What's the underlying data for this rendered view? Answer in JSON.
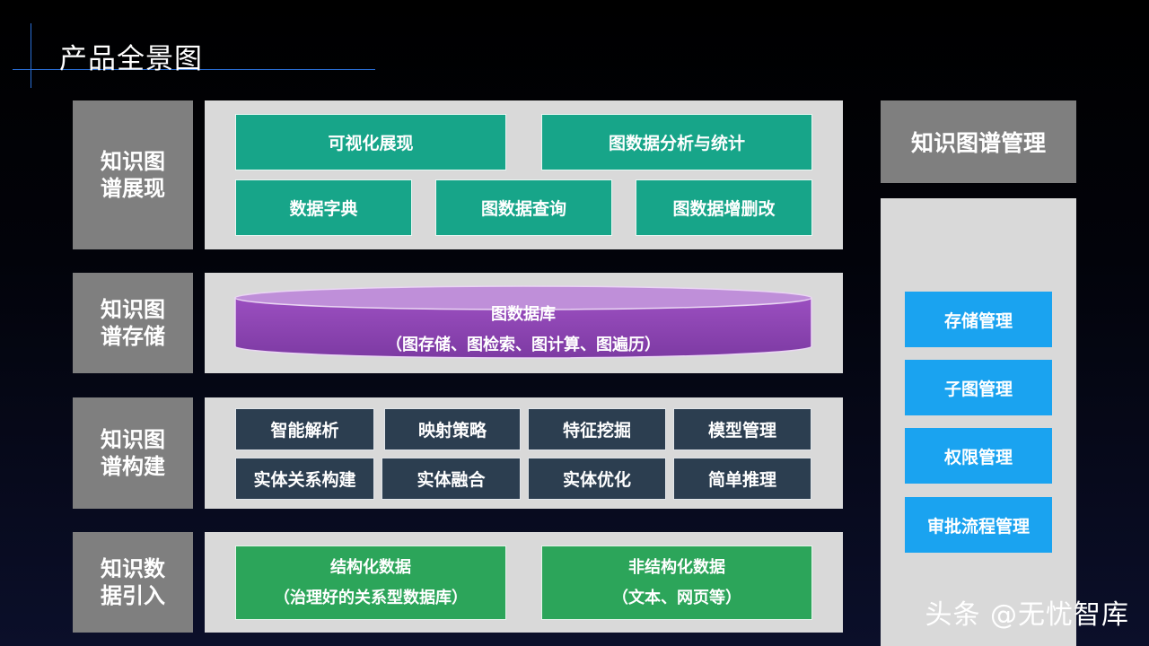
{
  "title": "产品全景图",
  "layers": {
    "display": {
      "label": "知识图\n谱展现",
      "items": [
        "可视化展现",
        "图数据分析与统计",
        "数据字典",
        "图数据查询",
        "图数据增删改"
      ]
    },
    "storage": {
      "label": "知识图\n谱存储",
      "db_title": "图数据库",
      "db_subtitle": "（图存储、图检索、图计算、图遍历）"
    },
    "build": {
      "label": "知识图\n谱构建",
      "items": [
        "智能解析",
        "映射策略",
        "特征挖掘",
        "模型管理",
        "实体关系构建",
        "实体融合",
        "实体优化",
        "简单推理"
      ]
    },
    "ingest": {
      "label": "知识数\n据引入",
      "items": [
        {
          "title": "结构化数据",
          "subtitle": "（治理好的关系型数据库）"
        },
        {
          "title": "非结构化数据",
          "subtitle": "（文本、网页等）"
        }
      ]
    }
  },
  "management": {
    "title": "知识图谱管理",
    "items": [
      "存储管理",
      "子图管理",
      "权限管理",
      "审批流程管理"
    ]
  },
  "watermark": "头条 @无忧智库",
  "colors": {
    "teal": "#17a589",
    "dark": "#2c3e50",
    "green": "#2ca55a",
    "purple": "#8e44ad",
    "blue": "#1aa3f0",
    "gray_label": "#7f7f7f",
    "panel": "#d9d9d9"
  }
}
